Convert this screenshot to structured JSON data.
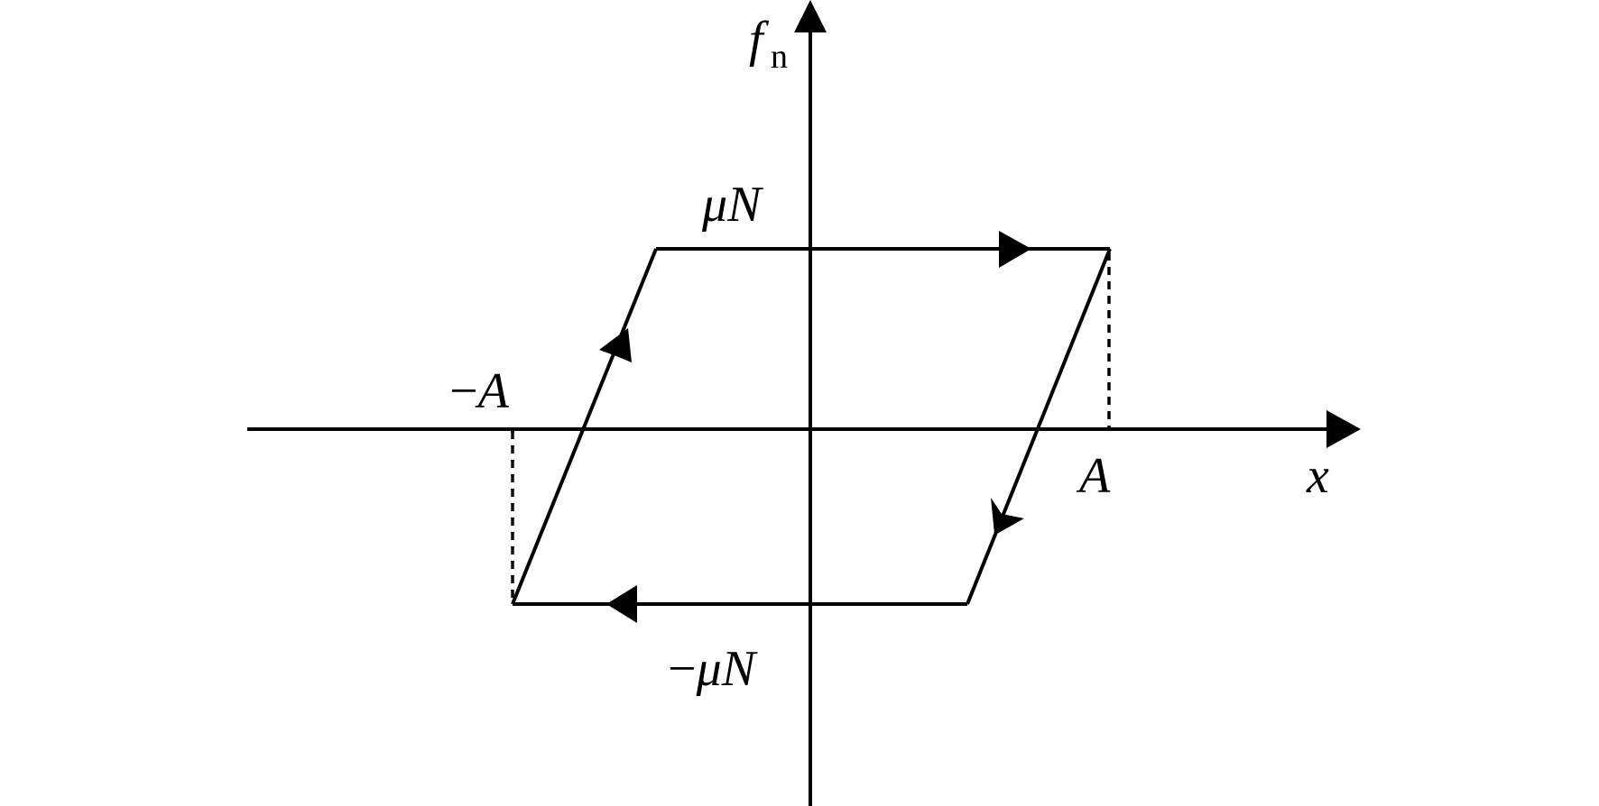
{
  "diagram": {
    "type": "hysteresis-loop",
    "axes": {
      "y_label": {
        "main": "f",
        "subscript": "n"
      },
      "x_label": "x"
    },
    "labels": {
      "upper_level": {
        "coef": "μ",
        "var": "N"
      },
      "lower_level": {
        "sign": "−",
        "coef": "μ",
        "var": "N"
      },
      "left_amplitude": {
        "sign": "−",
        "var": "A"
      },
      "right_amplitude": {
        "var": "A"
      }
    },
    "colors": {
      "ink": "#000000",
      "background": "#ffffff"
    }
  }
}
